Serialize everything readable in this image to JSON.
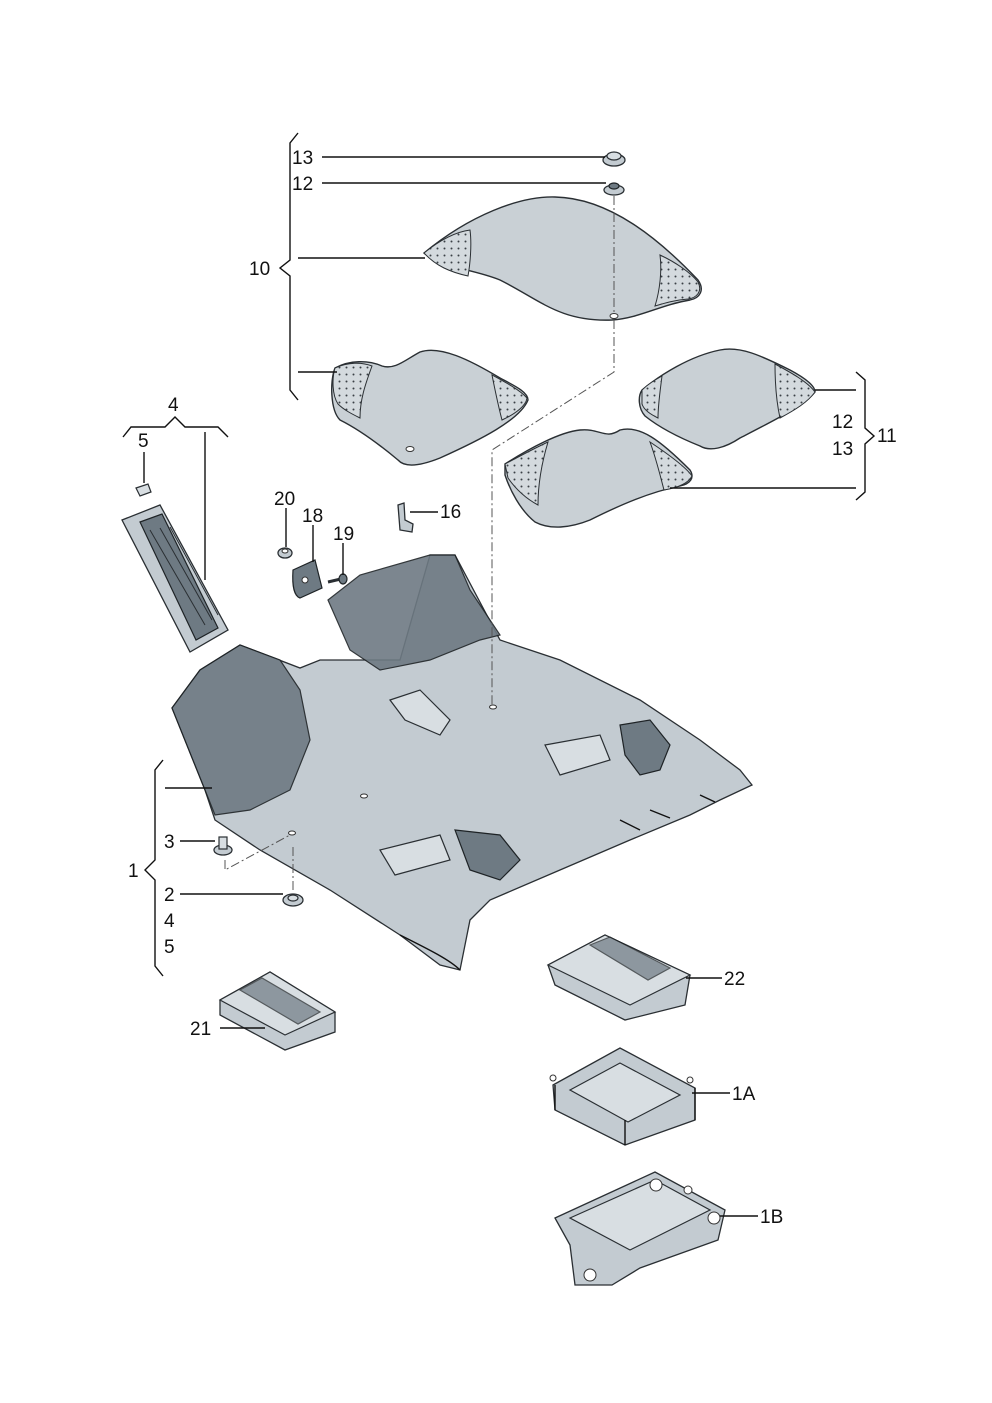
{
  "labels": {
    "l13a": "13",
    "l12a": "12",
    "l10": "10",
    "l4": "4",
    "l5a": "5",
    "l20": "20",
    "l18": "18",
    "l19": "19",
    "l16": "16",
    "l12b": "12",
    "l13b": "13",
    "l11": "11",
    "l1": "1",
    "l3": "3",
    "l2": "2",
    "l4b": "4",
    "l5b": "5",
    "l22": "22",
    "l21": "21",
    "l1A": "1A",
    "l1B": "1B"
  }
}
